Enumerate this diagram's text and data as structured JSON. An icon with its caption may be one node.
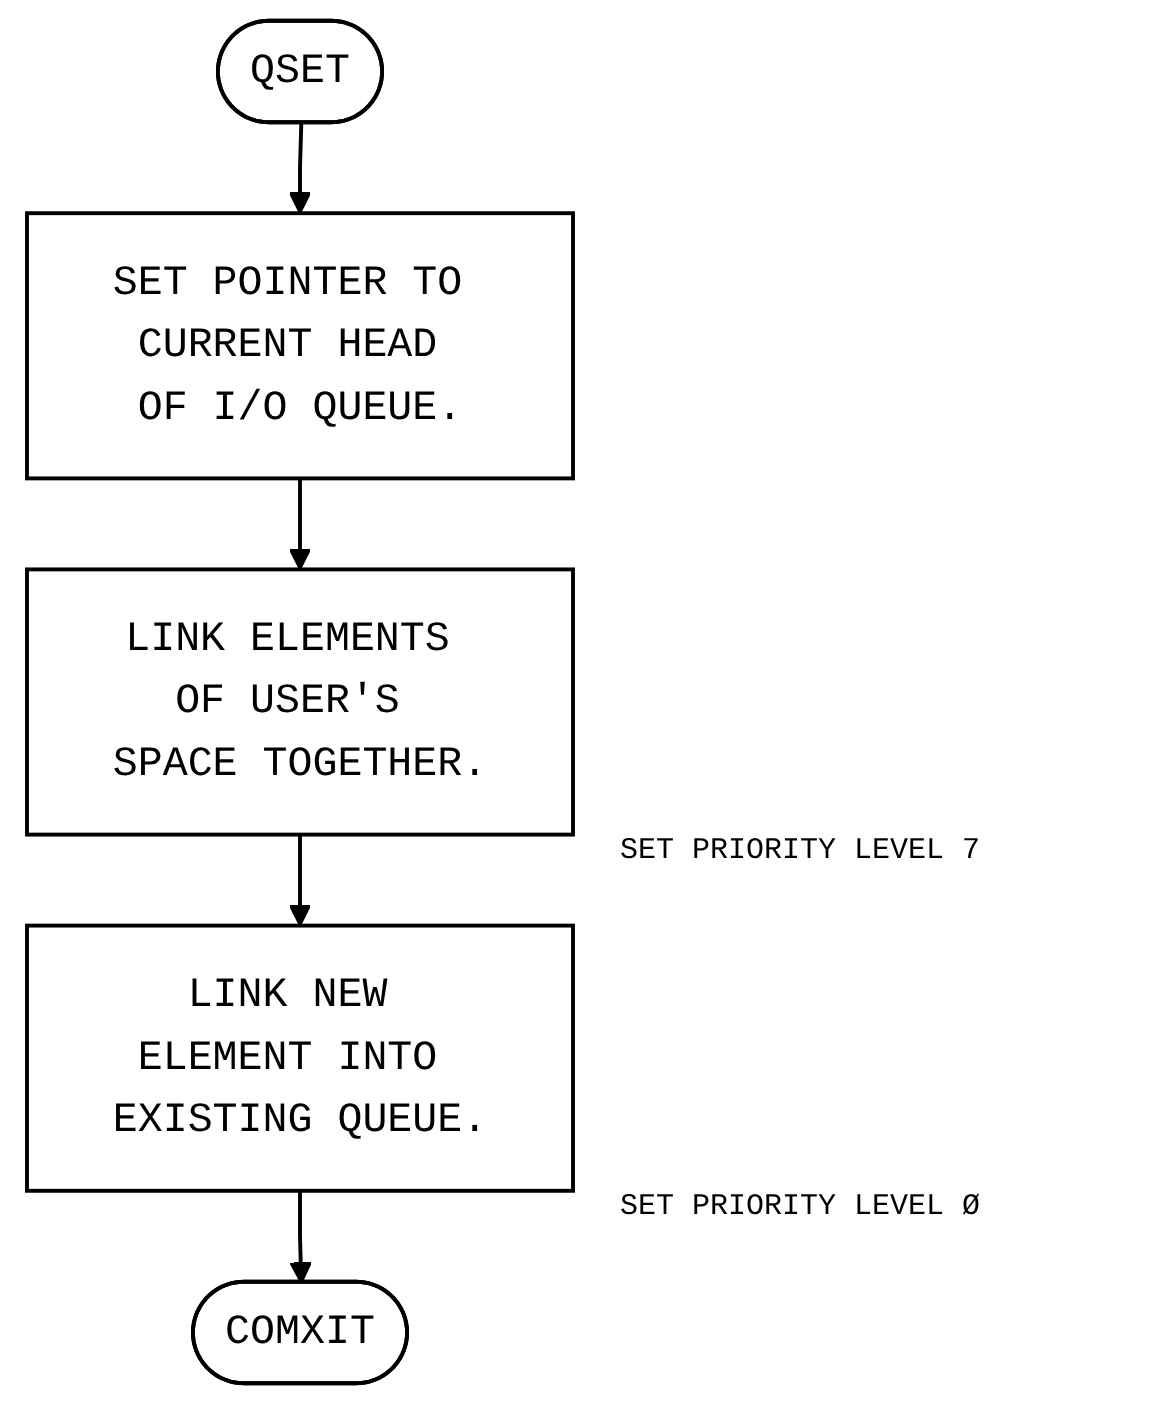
{
  "diagram": {
    "nodes": [
      {
        "text": [
          "QSET"
        ]
      },
      {
        "text": [
          "SET POINTER TO CURRENT HEAD OF I/O QUEUE."
        ]
      },
      {
        "text": [
          "LINK ELEMENTS OF USER'S SPACE TOGETHER."
        ]
      },
      {
        "text": [
          "LINK NEW ELEMENT INTO EXISTING QUEUE."
        ]
      },
      {
        "text": [
          "COMXIT"
        ]
      }
    ],
    "edges": [
      {
        "from": 0,
        "to": 1,
        "arrow": "to"
      },
      {
        "from": 1,
        "to": 2,
        "arrow": "to"
      },
      {
        "from": 2,
        "to": 3,
        "arrow": "to"
      },
      {
        "from": 3,
        "to": 4,
        "arrow": "to"
      }
    ],
    "labels": [
      "SET PRIORITY LEVEL 7",
      "SET PRIORITY LEVEL Ø"
    ]
  }
}
